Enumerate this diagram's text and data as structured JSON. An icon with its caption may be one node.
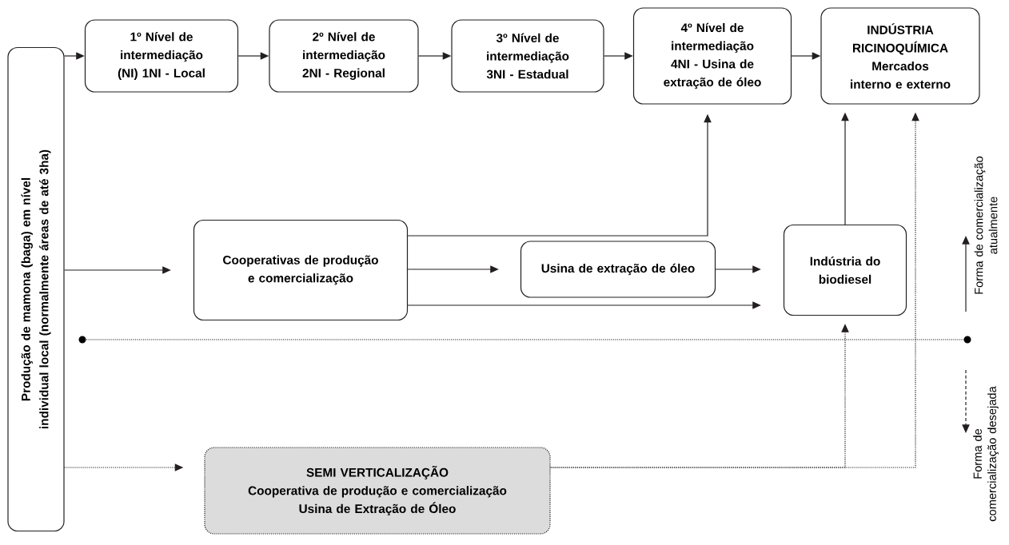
{
  "diagram": {
    "nodes": [
      {
        "text": [
          "Produção de mamona (baga) em nível individual local (normalmente áreas de até 3ha)"
        ]
      },
      {
        "text": [
          "1º Nível de intermediação (NI) 1NI - Local"
        ]
      },
      {
        "text": [
          "2º Nível de intermediação 2NI - Regional"
        ]
      },
      {
        "text": [
          "3º Nível de intermediação 3NI - Estadual"
        ]
      },
      {
        "text": [
          "4º Nível de intermediação 4NI - Usina de extração de óleo"
        ]
      },
      {
        "text": [
          "INDÚSTRIA RICINOQUÍMICA Mercados interno e externo"
        ]
      },
      {
        "text": [
          "Cooperativas de produção e comercialização"
        ]
      },
      {
        "text": [
          "Usina de extração de óleo"
        ]
      },
      {
        "text": [
          "Indústria do biodiesel"
        ]
      },
      {
        "text": [
          "SEMI VERTICALIZAÇÃO",
          "Cooperativa de produção e comercialização",
          "Usina de Extração de Óleo"
        ]
      }
    ],
    "edges": [
      {
        "from": 0,
        "to": 1,
        "arrow": "to"
      },
      {
        "from": 1,
        "to": 2,
        "arrow": "to"
      },
      {
        "from": 2,
        "to": 3,
        "arrow": "to"
      },
      {
        "from": 3,
        "to": 4,
        "arrow": "to"
      },
      {
        "from": 4,
        "to": 5,
        "arrow": "to"
      },
      {
        "from": 0,
        "to": 6,
        "arrow": "to"
      },
      {
        "from": 6,
        "to": 4,
        "arrow": "to"
      },
      {
        "from": 6,
        "to": 7,
        "arrow": "to"
      },
      {
        "from": 7,
        "to": 8,
        "arrow": "to"
      },
      {
        "from": 6,
        "to": 8,
        "arrow": "to"
      },
      {
        "from": 8,
        "to": 5,
        "arrow": "to"
      },
      {
        "from": 0,
        "to": 9,
        "arrow": "to",
        "style": "dashed"
      },
      {
        "from": 9,
        "to": 8,
        "arrow": "to",
        "style": "dashed"
      },
      {
        "from": 9,
        "to": 5,
        "arrow": "to",
        "style": "dashed"
      }
    ],
    "labels": [
      "Forma de comercialização atualmente",
      "Forma de comercialização desejada"
    ]
  }
}
